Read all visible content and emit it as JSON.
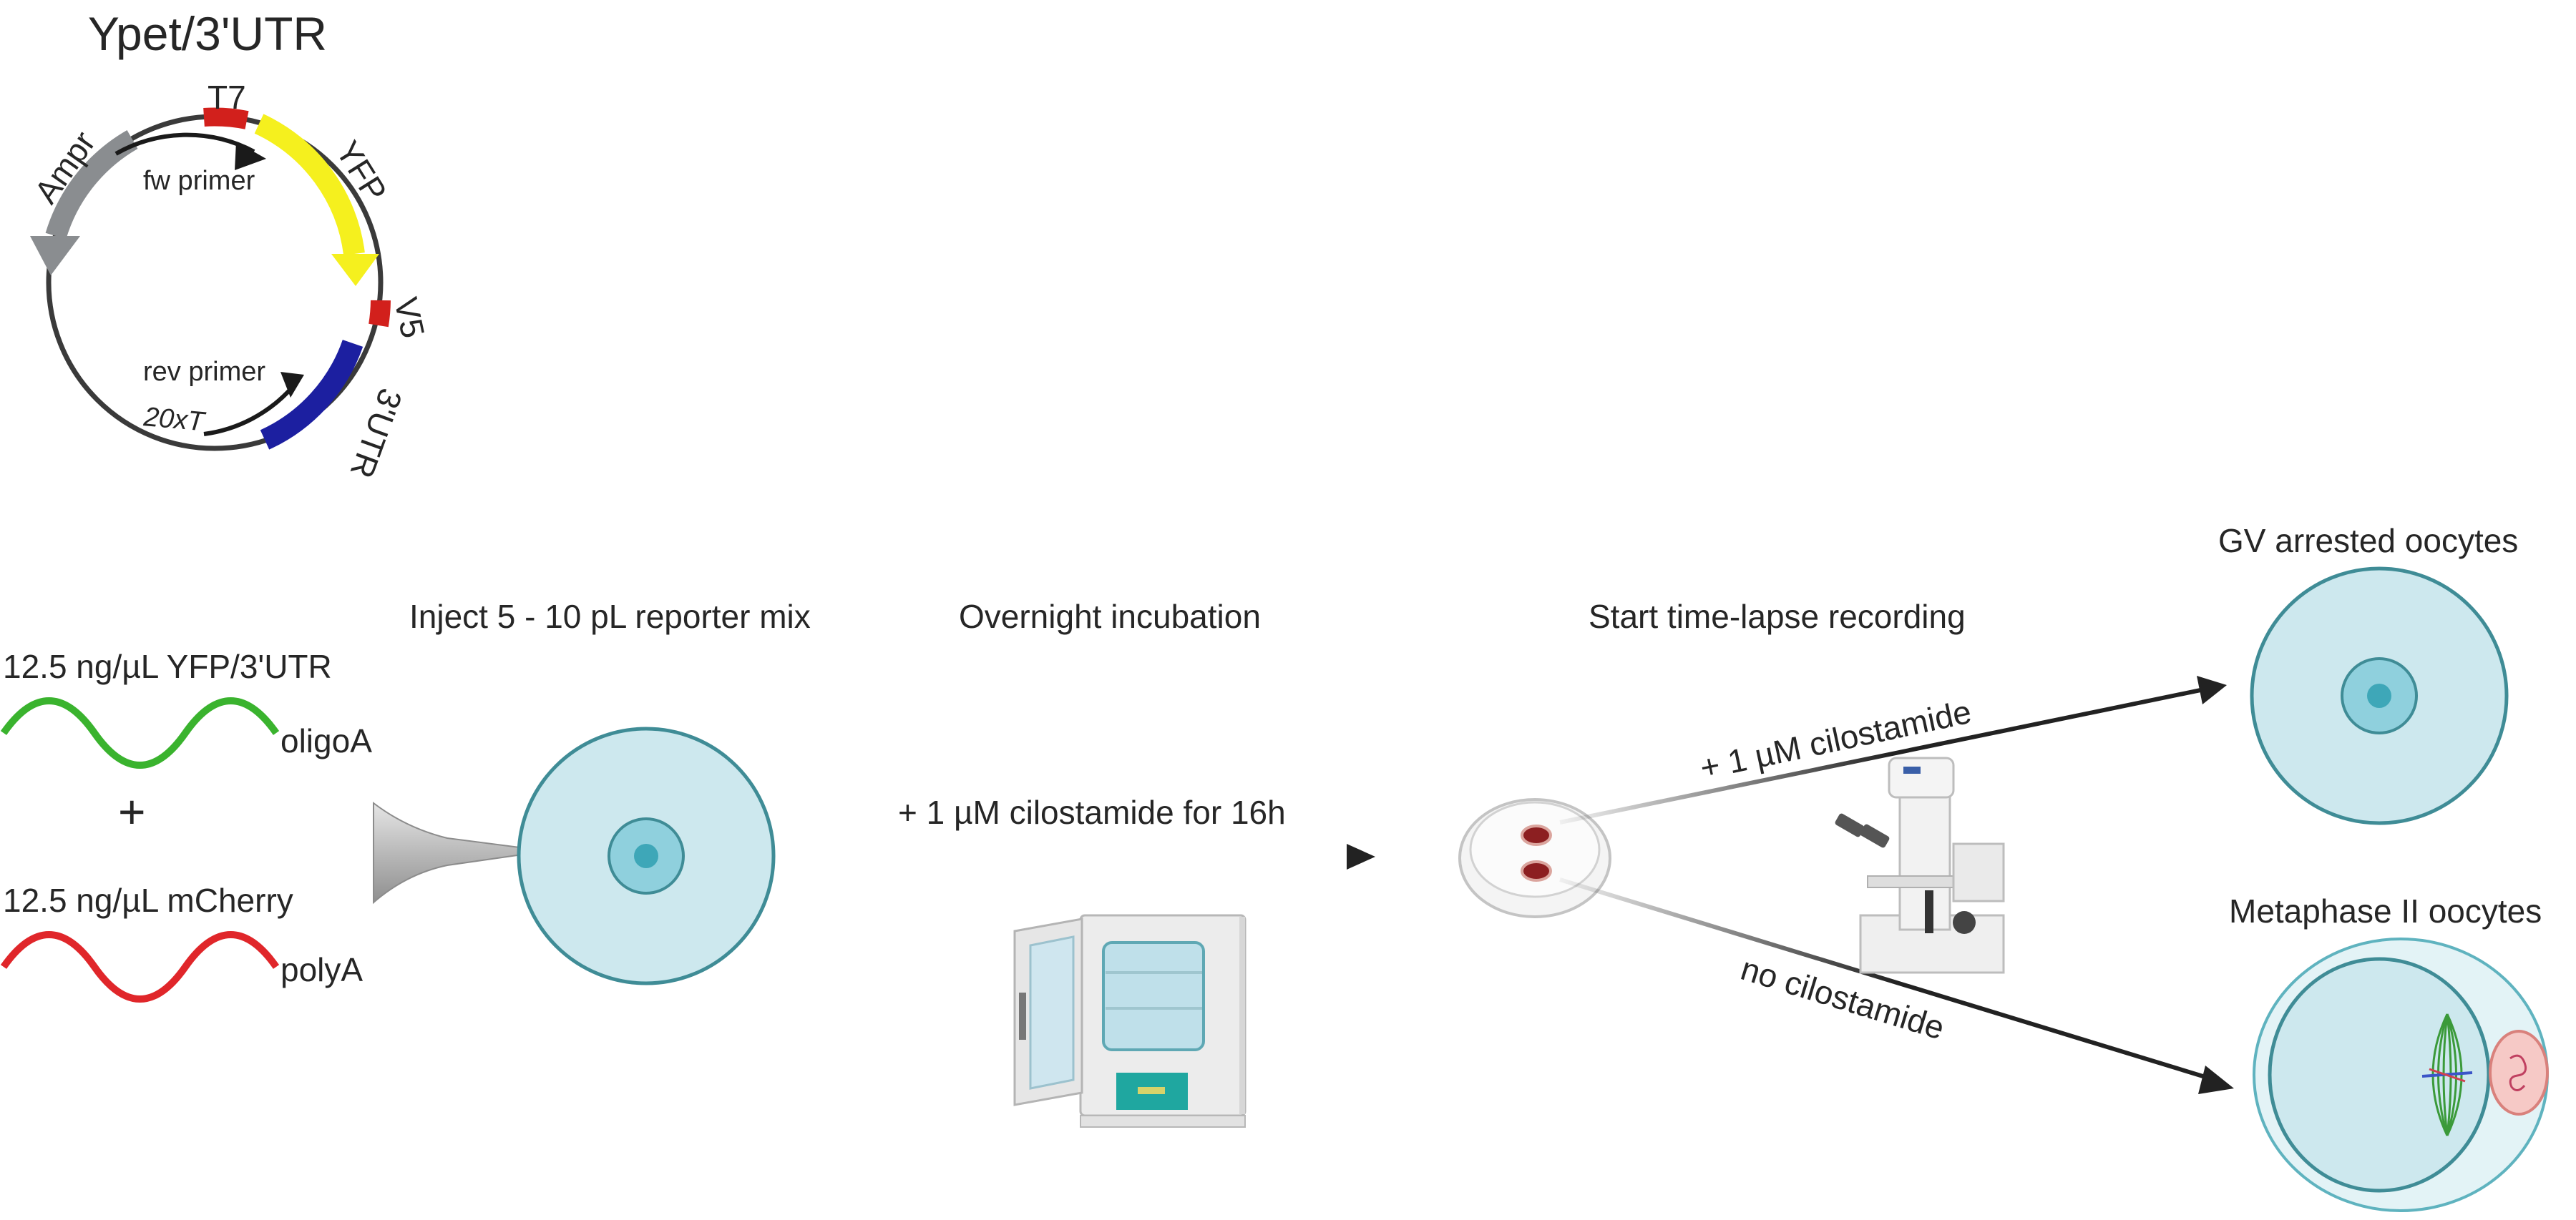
{
  "plasmid": {
    "title": "Ypet/3'UTR",
    "labels": {
      "ampr": "Ampr",
      "t7": "T7",
      "yfp": "YFP",
      "v5": "V5",
      "utr": "3'UTR",
      "fw_primer": "fw primer",
      "rev_primer": "rev primer",
      "polyt": "20xT"
    }
  },
  "injection": {
    "title": "Inject 5 - 10 pL reporter mix",
    "reporter_yfp": "12.5 ng/µL YFP/3'UTR",
    "tail_yfp": "oligoA",
    "plus": "+",
    "reporter_mcherry": "12.5 ng/µL mCherry",
    "tail_mcherry": "polyA"
  },
  "incubation": {
    "title": "Overnight incubation",
    "treatment": "+ 1 µM cilostamide for 16h"
  },
  "recording": {
    "title": "Start time-lapse recording",
    "upper_branch": "+ 1 µM cilostamide",
    "lower_branch": "no cilostamide"
  },
  "outcomes": {
    "gv": "GV arrested oocytes",
    "mii": "Metaphase II oocytes"
  },
  "colors": {
    "ampr": "#8a8d90",
    "yfp": "#f5f01e",
    "utr": "#1c1fa0",
    "tag": "#d2201c",
    "oligoA_wave": "#3ab32e",
    "polyA_wave": "#e0262a",
    "oocyte_fill": "#cde8ee",
    "oocyte_stroke": "#3f8c96",
    "nucleus": "#8fd0dd",
    "nucleolus": "#3ea7b8",
    "arrow": "#222222"
  }
}
